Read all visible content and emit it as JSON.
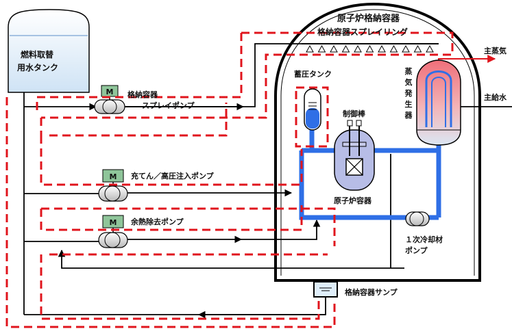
{
  "labels": {
    "containment_vessel": "原子炉格納容器",
    "spray_ring": "格納容器スプレイリング",
    "water_tank_line1": "燃料取替",
    "water_tank_line2": "用水タンク",
    "spray_pump_line1": "格納容器",
    "spray_pump_line2": "スプレイポンプ",
    "charging_pump": "充てん／高圧注入ポンプ",
    "rhr_pump": "余熱除去ポンプ",
    "pressurizer": "蓄圧タンク",
    "control_rod": "制御棒",
    "reactor_vessel": "原子炉容器",
    "steam_generator_chars": [
      "蒸",
      "気",
      "発",
      "生",
      "器"
    ],
    "main_steam": "主蒸気",
    "main_feedwater": "主給水",
    "coolant_pump_line1": "１次冷却材",
    "coolant_pump_line2": "ポンプ",
    "sump": "格納容器サンプ",
    "motor": "M"
  },
  "colors": {
    "dashed_path": "#e0141c",
    "primary_loop": "#2f6fe6",
    "line": "#000000",
    "tank_fill": "#dfeefa",
    "motor_fill": "#8fc59a",
    "pump_fill": "#e6e6e6",
    "reactor_fill": "#b7bde6",
    "sg_top": "#ef6f7a",
    "sg_bottom": "#dbe6f3"
  },
  "icons": {
    "motor": "motor-box-icon",
    "pump": "centrifugal-pump-icon",
    "spray_nozzle": "spray-nozzle-icon",
    "arrow": "flow-arrow-icon"
  }
}
